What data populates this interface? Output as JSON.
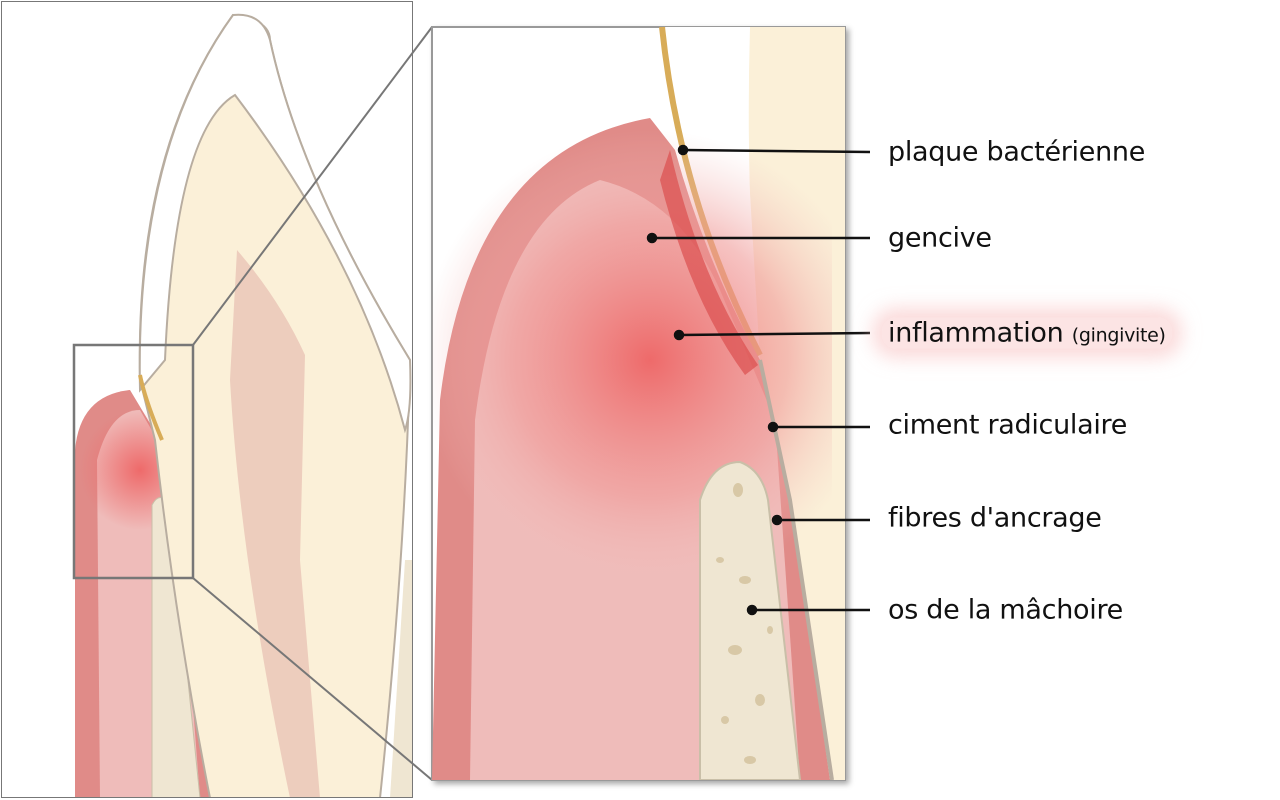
{
  "labels": [
    {
      "text": "plaque bactérienne"
    },
    {
      "text": "gencive"
    },
    {
      "text": "inflammation",
      "note": "(gingivite)"
    },
    {
      "text": "ciment radiculaire"
    },
    {
      "text": "fibres d'ancrage"
    },
    {
      "text": "os de la mâchoire"
    }
  ],
  "colors": {
    "gum": "#e08b88",
    "gum_light": "#efbcba",
    "inflammation": "#ee6a6a",
    "dentin": "#fbf0d8",
    "enamel": "#ffffff",
    "pulp": "#edcdbd",
    "bone": "#efe6d2",
    "plaque": "#d8ac58",
    "frame": "#777777"
  }
}
